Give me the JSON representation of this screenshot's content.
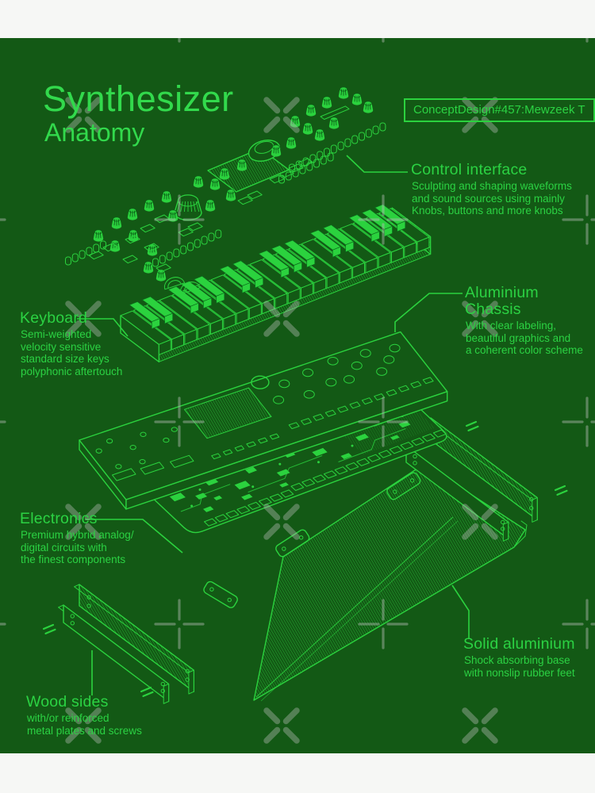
{
  "poster": {
    "title": "Synthesizer",
    "subtitle": "Anatomy",
    "badge": "ConceptDesign#457:Mewzeek T",
    "colors": {
      "paper": "#f6f7f5",
      "background": "#135915",
      "line": "#2bd23e",
      "text": "#2bd243",
      "title": "#32d94c",
      "watermark": "#b6bcb6"
    },
    "callouts": {
      "control_interface": {
        "title": "Control interface",
        "description": "Sculpting and shaping waveforms\nand sound sources using mainly\nKnobs, buttons and more knobs"
      },
      "aluminium_chassis": {
        "title": "Aluminium Chassis",
        "description": "With clear labeling,\nbeautiful graphics and\na coherent color scheme"
      },
      "keyboard": {
        "title": "Keyboard",
        "description": "Semi-weighted\nvelocity sensitive\nstandard size keys\npolyphonic aftertouch"
      },
      "electronics": {
        "title": "Electronics",
        "description": "Premium hybrid analog/\ndigital circuits with\nthe finest components"
      },
      "solid_aluminium": {
        "title": "Solid aluminium",
        "description": "Shock absorbing base\nwith nonslip rubber feet"
      },
      "wood_sides": {
        "title": "Wood sides",
        "description": "with/or reinforced\nmetal plates and screws"
      }
    }
  }
}
